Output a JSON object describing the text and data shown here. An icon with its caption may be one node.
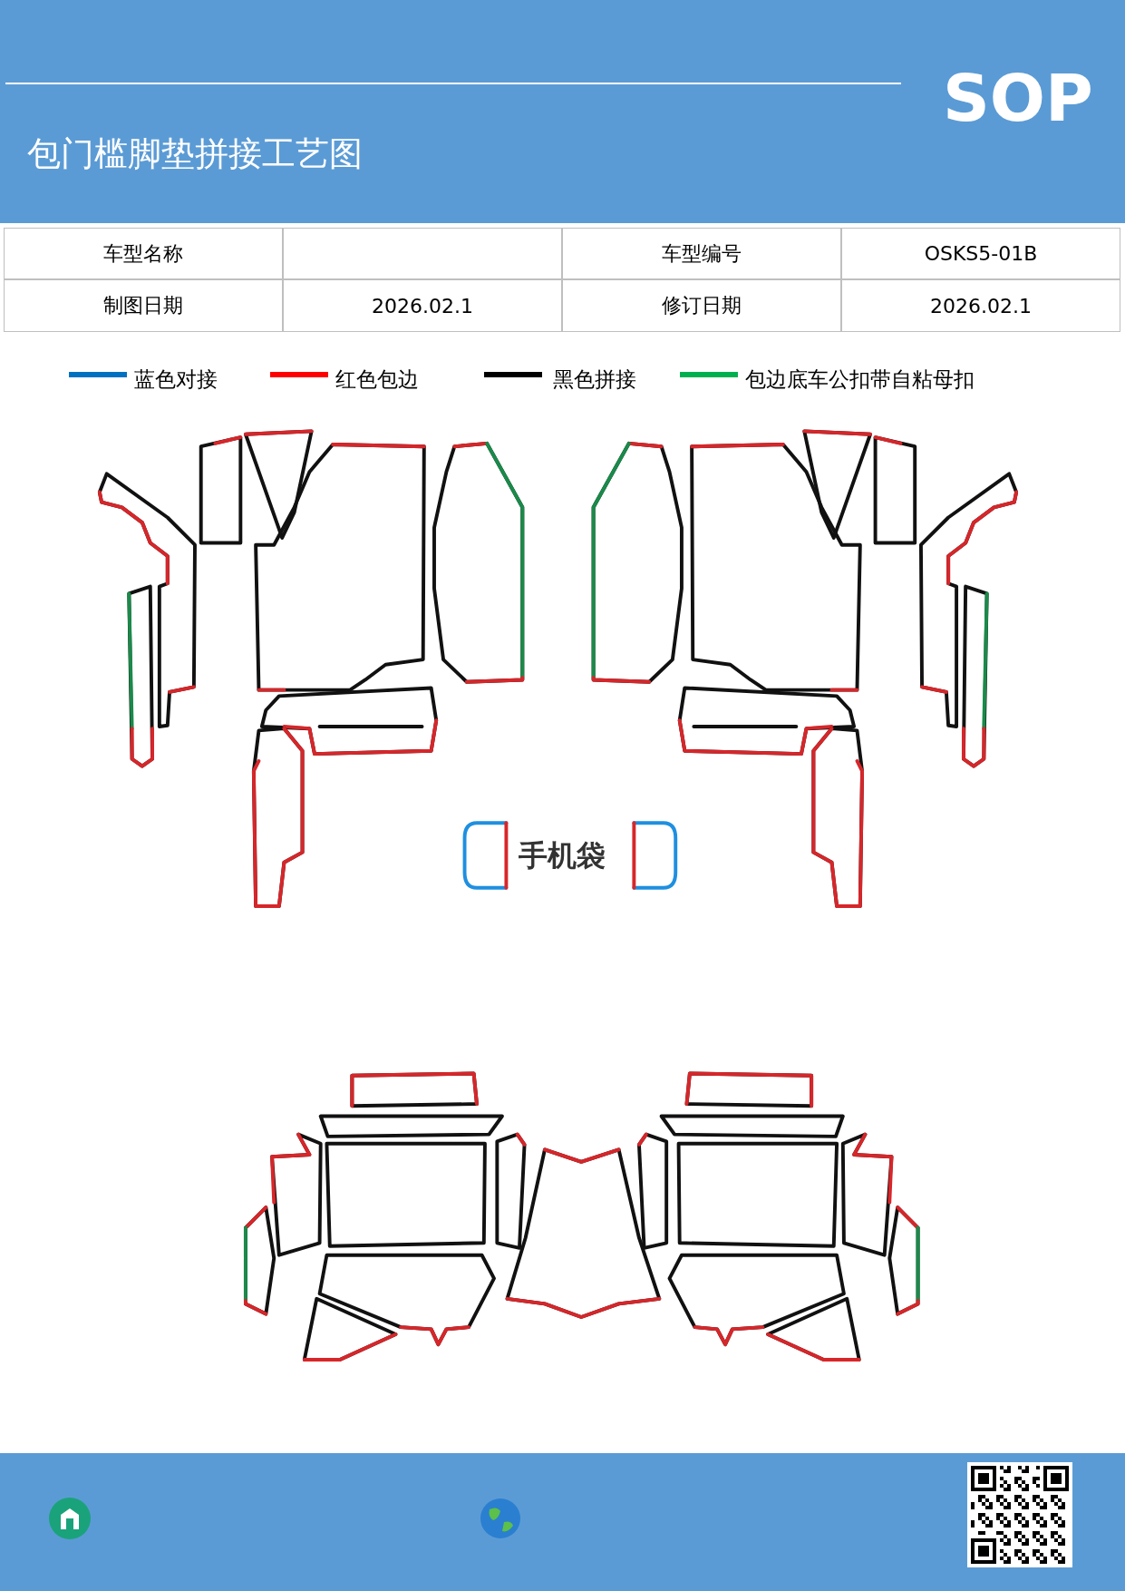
{
  "diagram": {
    "title": "包门槛脚垫拼接工艺图",
    "labels": [
      "SOP",
      "车型名称",
      "车型编号",
      "OSKS5-01B",
      "制图日期",
      "2026.02.1",
      "修订日期",
      "2026.02.1",
      "手机袋"
    ],
    "legend": [
      {
        "text": "蓝色对接",
        "color": "#0070c0"
      },
      {
        "text": "红色包边",
        "color": "#ff0000"
      },
      {
        "text": "黑色拼接",
        "color": "#000000"
      },
      {
        "text": "包边底车公扣带自粘母扣",
        "color": "#00b050"
      }
    ]
  }
}
